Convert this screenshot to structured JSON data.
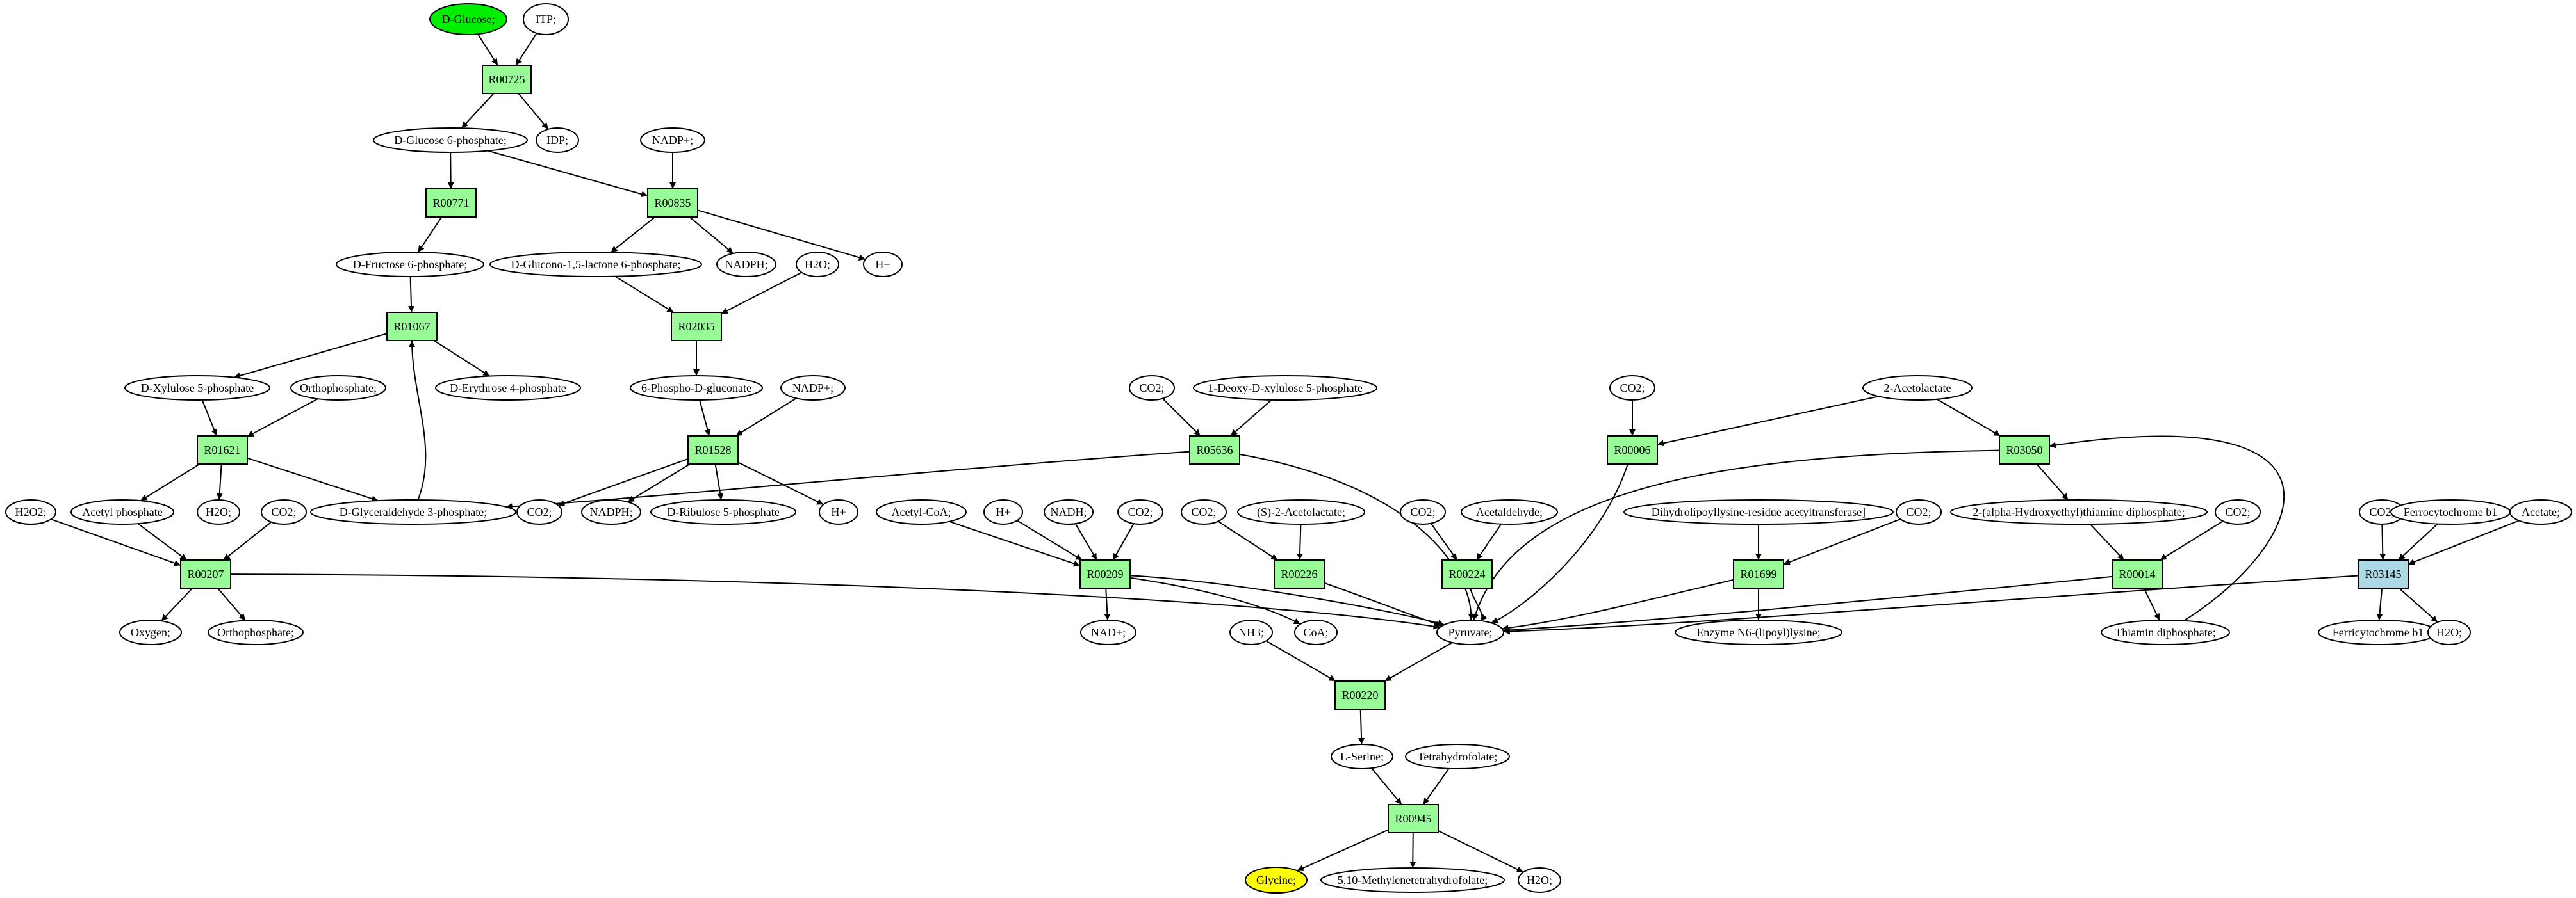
{
  "colors": {
    "reaction": "#98fb98",
    "reaction_alt": "#add8e6",
    "metabolite": "#ffffff",
    "source": "#00ee00",
    "target": "#ffff00",
    "stroke": "#000000"
  },
  "nodes": [
    {
      "id": "m_glucose",
      "label": "D-Glucose;",
      "shape": "ellipse",
      "role": "source"
    },
    {
      "id": "m_itp",
      "label": "ITP;",
      "shape": "ellipse"
    },
    {
      "id": "r_R00725",
      "label": "R00725",
      "shape": "box"
    },
    {
      "id": "m_g6p",
      "label": "D-Glucose 6-phosphate;",
      "shape": "ellipse"
    },
    {
      "id": "m_idp",
      "label": "IDP;",
      "shape": "ellipse"
    },
    {
      "id": "m_nadp1",
      "label": "NADP+;",
      "shape": "ellipse"
    },
    {
      "id": "r_R00771",
      "label": "R00771",
      "shape": "box"
    },
    {
      "id": "r_R00835",
      "label": "R00835",
      "shape": "box"
    },
    {
      "id": "m_f6p",
      "label": "D-Fructose 6-phosphate;",
      "shape": "ellipse"
    },
    {
      "id": "m_glucono",
      "label": "D-Glucono-1,5-lactone 6-phosphate;",
      "shape": "ellipse"
    },
    {
      "id": "m_nadph1",
      "label": "NADPH;",
      "shape": "ellipse"
    },
    {
      "id": "m_h2o1",
      "label": "H2O;",
      "shape": "ellipse"
    },
    {
      "id": "m_hplus1",
      "label": "H+",
      "shape": "ellipse"
    },
    {
      "id": "r_R01067",
      "label": "R01067",
      "shape": "box"
    },
    {
      "id": "r_R02035",
      "label": "R02035",
      "shape": "box"
    },
    {
      "id": "m_x5p",
      "label": "D-Xylulose 5-phosphate",
      "shape": "ellipse"
    },
    {
      "id": "m_ortho1",
      "label": "Orthophosphate;",
      "shape": "ellipse"
    },
    {
      "id": "m_e4p",
      "label": "D-Erythrose 4-phosphate",
      "shape": "ellipse"
    },
    {
      "id": "m_6pg",
      "label": "6-Phospho-D-gluconate",
      "shape": "ellipse"
    },
    {
      "id": "m_nadp2",
      "label": "NADP+;",
      "shape": "ellipse"
    },
    {
      "id": "m_co2a",
      "label": "CO2;",
      "shape": "ellipse"
    },
    {
      "id": "m_dxp",
      "label": "1-Deoxy-D-xylulose 5-phosphate",
      "shape": "ellipse"
    },
    {
      "id": "m_co2b",
      "label": "CO2;",
      "shape": "ellipse"
    },
    {
      "id": "m_acetolactate",
      "label": "2-Acetolactate",
      "shape": "ellipse"
    },
    {
      "id": "r_R01621",
      "label": "R01621",
      "shape": "box"
    },
    {
      "id": "r_R01528",
      "label": "R01528",
      "shape": "box"
    },
    {
      "id": "r_R05636",
      "label": "R05636",
      "shape": "box"
    },
    {
      "id": "r_R00006",
      "label": "R00006",
      "shape": "box"
    },
    {
      "id": "r_R03050",
      "label": "R03050",
      "shape": "box"
    },
    {
      "id": "m_h2o2",
      "label": "H2O2;",
      "shape": "ellipse"
    },
    {
      "id": "m_acetylp",
      "label": "Acetyl phosphate",
      "shape": "ellipse"
    },
    {
      "id": "m_h2o2b",
      "label": "H2O;",
      "shape": "ellipse"
    },
    {
      "id": "m_co2c",
      "label": "CO2;",
      "shape": "ellipse"
    },
    {
      "id": "m_gap",
      "label": "D-Glyceraldehyde 3-phosphate;",
      "shape": "ellipse"
    },
    {
      "id": "m_co2d",
      "label": "CO2;",
      "shape": "ellipse"
    },
    {
      "id": "m_nadph2",
      "label": "NADPH;",
      "shape": "ellipse"
    },
    {
      "id": "m_ru5p",
      "label": "D-Ribulose 5-phosphate",
      "shape": "ellipse"
    },
    {
      "id": "m_hplus2",
      "label": "H+",
      "shape": "ellipse"
    },
    {
      "id": "m_acetylcoa",
      "label": "Acetyl-CoA;",
      "shape": "ellipse"
    },
    {
      "id": "m_hplus3",
      "label": "H+",
      "shape": "ellipse"
    },
    {
      "id": "m_nadh",
      "label": "NADH;",
      "shape": "ellipse"
    },
    {
      "id": "m_co2e",
      "label": "CO2;",
      "shape": "ellipse"
    },
    {
      "id": "m_co2f",
      "label": "CO2;",
      "shape": "ellipse"
    },
    {
      "id": "m_s2acetolactate",
      "label": "(S)-2-Acetolactate;",
      "shape": "ellipse"
    },
    {
      "id": "m_co2g",
      "label": "CO2;",
      "shape": "ellipse"
    },
    {
      "id": "m_acetaldehyde",
      "label": "Acetaldehyde;",
      "shape": "ellipse"
    },
    {
      "id": "m_dlat",
      "label": "Dihydrolipoyllysine-residue acetyltransferase]",
      "shape": "ellipse"
    },
    {
      "id": "m_co2h",
      "label": "CO2;",
      "shape": "ellipse"
    },
    {
      "id": "m_hethdp",
      "label": "2-(alpha-Hydroxyethyl)thiamine diphosphate;",
      "shape": "ellipse"
    },
    {
      "id": "m_co2i",
      "label": "CO2;",
      "shape": "ellipse"
    },
    {
      "id": "m_co2j",
      "label": "CO2;",
      "shape": "ellipse"
    },
    {
      "id": "m_ferrob1",
      "label": "Ferrocytochrome b1",
      "shape": "ellipse"
    },
    {
      "id": "m_acetate",
      "label": "Acetate;",
      "shape": "ellipse"
    },
    {
      "id": "r_R00207",
      "label": "R00207",
      "shape": "box"
    },
    {
      "id": "r_R00209",
      "label": "R00209",
      "shape": "box"
    },
    {
      "id": "r_R00226",
      "label": "R00226",
      "shape": "box"
    },
    {
      "id": "r_R00224",
      "label": "R00224",
      "shape": "box"
    },
    {
      "id": "r_R01699",
      "label": "R01699",
      "shape": "box"
    },
    {
      "id": "r_R00014",
      "label": "R00014",
      "shape": "box"
    },
    {
      "id": "r_R03145",
      "label": "R03145",
      "shape": "box",
      "role": "alt"
    },
    {
      "id": "m_oxygen",
      "label": "Oxygen;",
      "shape": "ellipse"
    },
    {
      "id": "m_ortho2",
      "label": "Orthophosphate;",
      "shape": "ellipse"
    },
    {
      "id": "m_nadplus",
      "label": "NAD+;",
      "shape": "ellipse"
    },
    {
      "id": "m_nh3",
      "label": "NH3;",
      "shape": "ellipse"
    },
    {
      "id": "m_coa",
      "label": "CoA;",
      "shape": "ellipse"
    },
    {
      "id": "m_pyruvate",
      "label": "Pyruvate;",
      "shape": "ellipse"
    },
    {
      "id": "m_lipoyl",
      "label": "Enzyme N6-(lipoyl)lysine;",
      "shape": "ellipse"
    },
    {
      "id": "m_thdp",
      "label": "Thiamin diphosphate;",
      "shape": "ellipse"
    },
    {
      "id": "m_ferrib1",
      "label": "Ferricytochrome b1",
      "shape": "ellipse"
    },
    {
      "id": "m_h2o3",
      "label": "H2O;",
      "shape": "ellipse"
    },
    {
      "id": "r_R00220",
      "label": "R00220",
      "shape": "box"
    },
    {
      "id": "m_serine",
      "label": "L-Serine;",
      "shape": "ellipse"
    },
    {
      "id": "m_thf",
      "label": "Tetrahydrofolate;",
      "shape": "ellipse"
    },
    {
      "id": "r_R00945",
      "label": "R00945",
      "shape": "box"
    },
    {
      "id": "m_glycine",
      "label": "Glycine;",
      "shape": "ellipse",
      "role": "target"
    },
    {
      "id": "m_methylene",
      "label": "5,10-Methylenetetrahydrofolate;",
      "shape": "ellipse"
    },
    {
      "id": "m_h2o4",
      "label": "H2O;",
      "shape": "ellipse"
    }
  ],
  "edges": [
    [
      "m_glucose",
      "r_R00725"
    ],
    [
      "m_itp",
      "r_R00725"
    ],
    [
      "r_R00725",
      "m_g6p"
    ],
    [
      "r_R00725",
      "m_idp"
    ],
    [
      "m_g6p",
      "r_R00771"
    ],
    [
      "m_g6p",
      "r_R00835"
    ],
    [
      "m_nadp1",
      "r_R00835"
    ],
    [
      "r_R00771",
      "m_f6p"
    ],
    [
      "r_R00835",
      "m_glucono"
    ],
    [
      "r_R00835",
      "m_nadph1"
    ],
    [
      "r_R00835",
      "m_hplus1"
    ],
    [
      "m_f6p",
      "r_R01067"
    ],
    [
      "m_gap",
      "r_R01067"
    ],
    [
      "r_R01067",
      "m_x5p"
    ],
    [
      "r_R01067",
      "m_e4p"
    ],
    [
      "m_glucono",
      "r_R02035"
    ],
    [
      "m_h2o1",
      "r_R02035"
    ],
    [
      "r_R02035",
      "m_6pg"
    ],
    [
      "m_x5p",
      "r_R01621"
    ],
    [
      "m_ortho1",
      "r_R01621"
    ],
    [
      "r_R01621",
      "m_acetylp"
    ],
    [
      "r_R01621",
      "m_h2o2b"
    ],
    [
      "r_R01621",
      "m_gap"
    ],
    [
      "m_6pg",
      "r_R01528"
    ],
    [
      "m_nadp2",
      "r_R01528"
    ],
    [
      "r_R01528",
      "m_co2d"
    ],
    [
      "r_R01528",
      "m_nadph2"
    ],
    [
      "r_R01528",
      "m_ru5p"
    ],
    [
      "r_R01528",
      "m_hplus2"
    ],
    [
      "m_co2a",
      "r_R05636"
    ],
    [
      "m_dxp",
      "r_R05636"
    ],
    [
      "r_R05636",
      "m_gap"
    ],
    [
      "r_R05636",
      "m_pyruvate"
    ],
    [
      "m_co2b",
      "r_R00006"
    ],
    [
      "m_acetolactate",
      "r_R00006"
    ],
    [
      "r_R00006",
      "m_pyruvate"
    ],
    [
      "m_acetolactate",
      "r_R03050"
    ],
    [
      "m_thdp",
      "r_R03050"
    ],
    [
      "r_R03050",
      "m_hethdp"
    ],
    [
      "r_R03050",
      "m_pyruvate"
    ],
    [
      "m_h2o2",
      "r_R00207"
    ],
    [
      "m_acetylp",
      "r_R00207"
    ],
    [
      "m_co2c",
      "r_R00207"
    ],
    [
      "r_R00207",
      "m_oxygen"
    ],
    [
      "r_R00207",
      "m_ortho2"
    ],
    [
      "r_R00207",
      "m_pyruvate"
    ],
    [
      "m_acetylcoa",
      "r_R00209"
    ],
    [
      "m_hplus3",
      "r_R00209"
    ],
    [
      "m_nadh",
      "r_R00209"
    ],
    [
      "m_co2e",
      "r_R00209"
    ],
    [
      "r_R00209",
      "m_nadplus"
    ],
    [
      "r_R00209",
      "m_coa"
    ],
    [
      "r_R00209",
      "m_pyruvate"
    ],
    [
      "m_co2f",
      "r_R00226"
    ],
    [
      "m_s2acetolactate",
      "r_R00226"
    ],
    [
      "r_R00226",
      "m_pyruvate"
    ],
    [
      "m_co2g",
      "r_R00224"
    ],
    [
      "m_acetaldehyde",
      "r_R00224"
    ],
    [
      "r_R00224",
      "m_pyruvate"
    ],
    [
      "m_dlat",
      "r_R01699"
    ],
    [
      "m_co2h",
      "r_R01699"
    ],
    [
      "r_R01699",
      "m_lipoyl"
    ],
    [
      "r_R01699",
      "m_pyruvate"
    ],
    [
      "m_hethdp",
      "r_R00014"
    ],
    [
      "m_co2i",
      "r_R00014"
    ],
    [
      "r_R00014",
      "m_thdp"
    ],
    [
      "r_R00014",
      "m_pyruvate"
    ],
    [
      "m_co2j",
      "r_R03145"
    ],
    [
      "m_ferrob1",
      "r_R03145"
    ],
    [
      "m_acetate",
      "r_R03145"
    ],
    [
      "r_R03145",
      "m_ferrib1"
    ],
    [
      "r_R03145",
      "m_h2o3"
    ],
    [
      "r_R03145",
      "m_pyruvate"
    ],
    [
      "m_nh3",
      "r_R00220"
    ],
    [
      "m_pyruvate",
      "r_R00220"
    ],
    [
      "r_R00220",
      "m_serine"
    ],
    [
      "m_serine",
      "r_R00945"
    ],
    [
      "m_thf",
      "r_R00945"
    ],
    [
      "r_R00945",
      "m_glycine"
    ],
    [
      "r_R00945",
      "m_methylene"
    ],
    [
      "r_R00945",
      "m_h2o4"
    ]
  ]
}
